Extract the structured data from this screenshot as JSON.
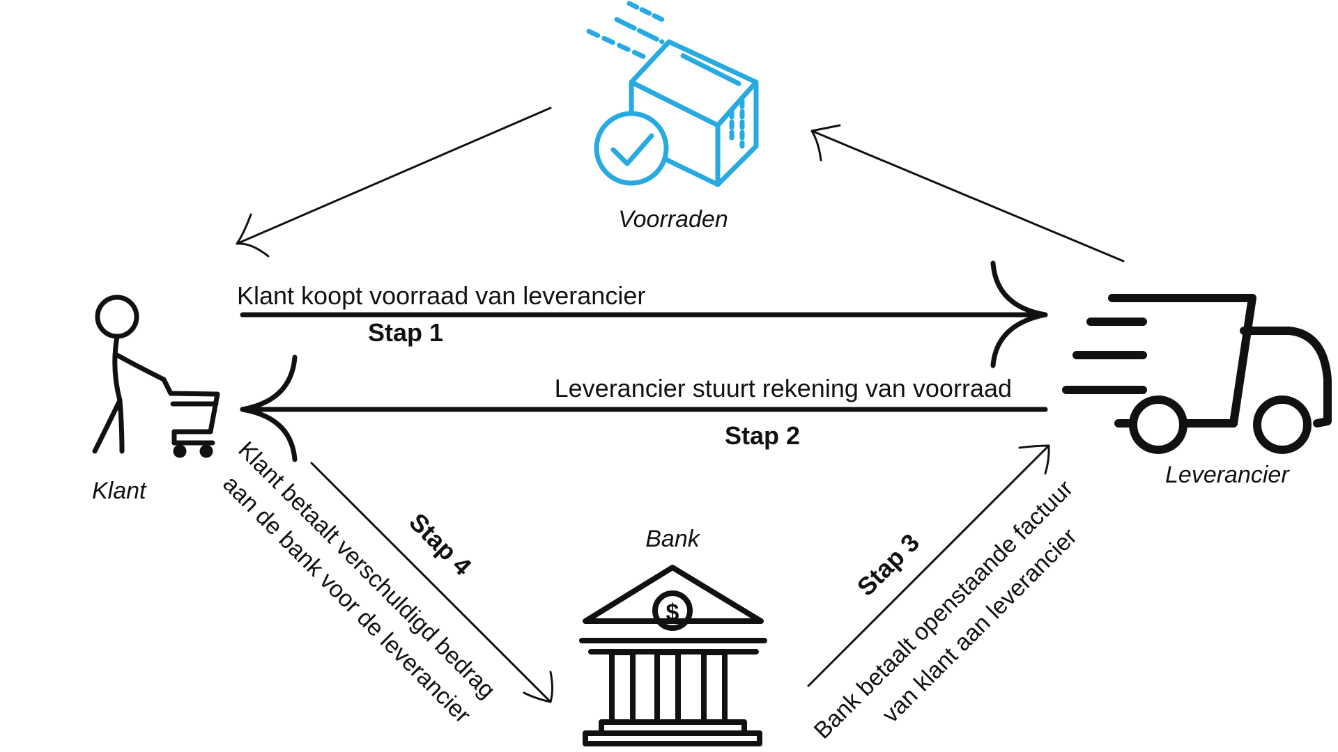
{
  "nodes": {
    "voorraden": "Voorraden",
    "klant": "Klant",
    "leverancier": "Leverancier",
    "bank": "Bank"
  },
  "steps": {
    "stap1": {
      "label": "Stap 1",
      "text": "Klant koopt voorraad van leverancier"
    },
    "stap2": {
      "label": "Stap 2",
      "text": "Leverancier stuurt rekening van voorraad"
    },
    "stap3": {
      "label": "Stap 3",
      "line1": "Bank betaalt openstaande factuur",
      "line2": "van klant aan leverancier"
    },
    "stap4": {
      "label": "Stap 4",
      "line1": "Klant betaalt verschuldigd bedrag",
      "line2": "aan de bank voor de leverancier"
    }
  },
  "colors": {
    "ink": "#111111",
    "accent": "#27aae1"
  },
  "icons": {
    "voorraden": "package-check-icon",
    "klant": "shopper-cart-icon",
    "leverancier": "delivery-truck-icon",
    "bank": "bank-dollar-icon"
  }
}
